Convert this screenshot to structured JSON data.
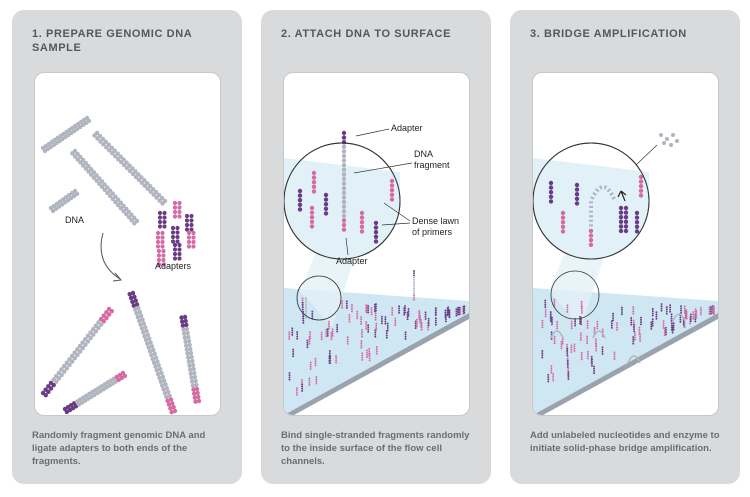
{
  "panels": [
    {
      "title": "1.   PREPARE GENOMIC DNA SAMPLE",
      "labels": {
        "dna": "DNA",
        "adapters": "Adapters"
      },
      "description": "Randomly fragment genomic DNA and ligate adapters to both ends of the fragments."
    },
    {
      "title": "2.   ATTACH DNA TO SURFACE",
      "labels": {
        "adapter_top": "Adapter",
        "dna_fragment_1": "DNA",
        "dna_fragment_2": "fragment",
        "dense_1": "Dense lawn",
        "dense_2": "of primers",
        "adapter_bottom": "Adapter"
      },
      "description": "Bind single-stranded fragments randomly to the inside surface of the flow cell channels."
    },
    {
      "title": "3.   BRIDGE AMPLIFICATION",
      "labels": {},
      "description": "Add unlabeled nucleotides and enzyme to initiate solid-phase bridge amplification."
    }
  ],
  "colors": {
    "panel_bg": "#d9dadb",
    "dna_gray": "#b0b5bf",
    "adapter_purple": "#6b3c86",
    "adapter_pink": "#d66aa3",
    "flowcell_blue": "#cfe7f3"
  },
  "icons": [
    "dna-strand",
    "adapter-bead",
    "flow-cell-surface",
    "magnifier-circle"
  ]
}
